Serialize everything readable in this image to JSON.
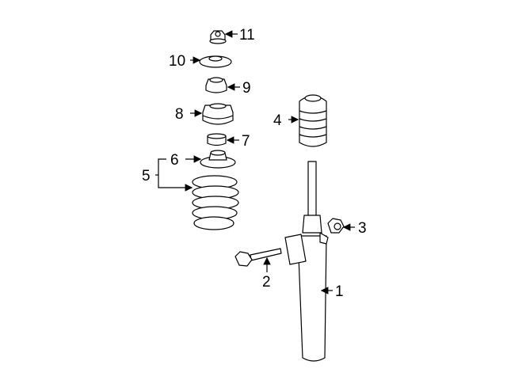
{
  "callouts": [
    {
      "number": "1",
      "part": "strut"
    },
    {
      "number": "2",
      "part": "bolt"
    },
    {
      "number": "3",
      "part": "nut"
    },
    {
      "number": "4",
      "part": "bump-stop-boot"
    },
    {
      "number": "5",
      "part": "coil-spring"
    },
    {
      "number": "6",
      "part": "lower-spring-seat"
    },
    {
      "number": "7",
      "part": "bumper"
    },
    {
      "number": "8",
      "part": "upper-mount"
    },
    {
      "number": "9",
      "part": "bearing"
    },
    {
      "number": "10",
      "part": "washer"
    },
    {
      "number": "11",
      "part": "top-nut"
    }
  ]
}
